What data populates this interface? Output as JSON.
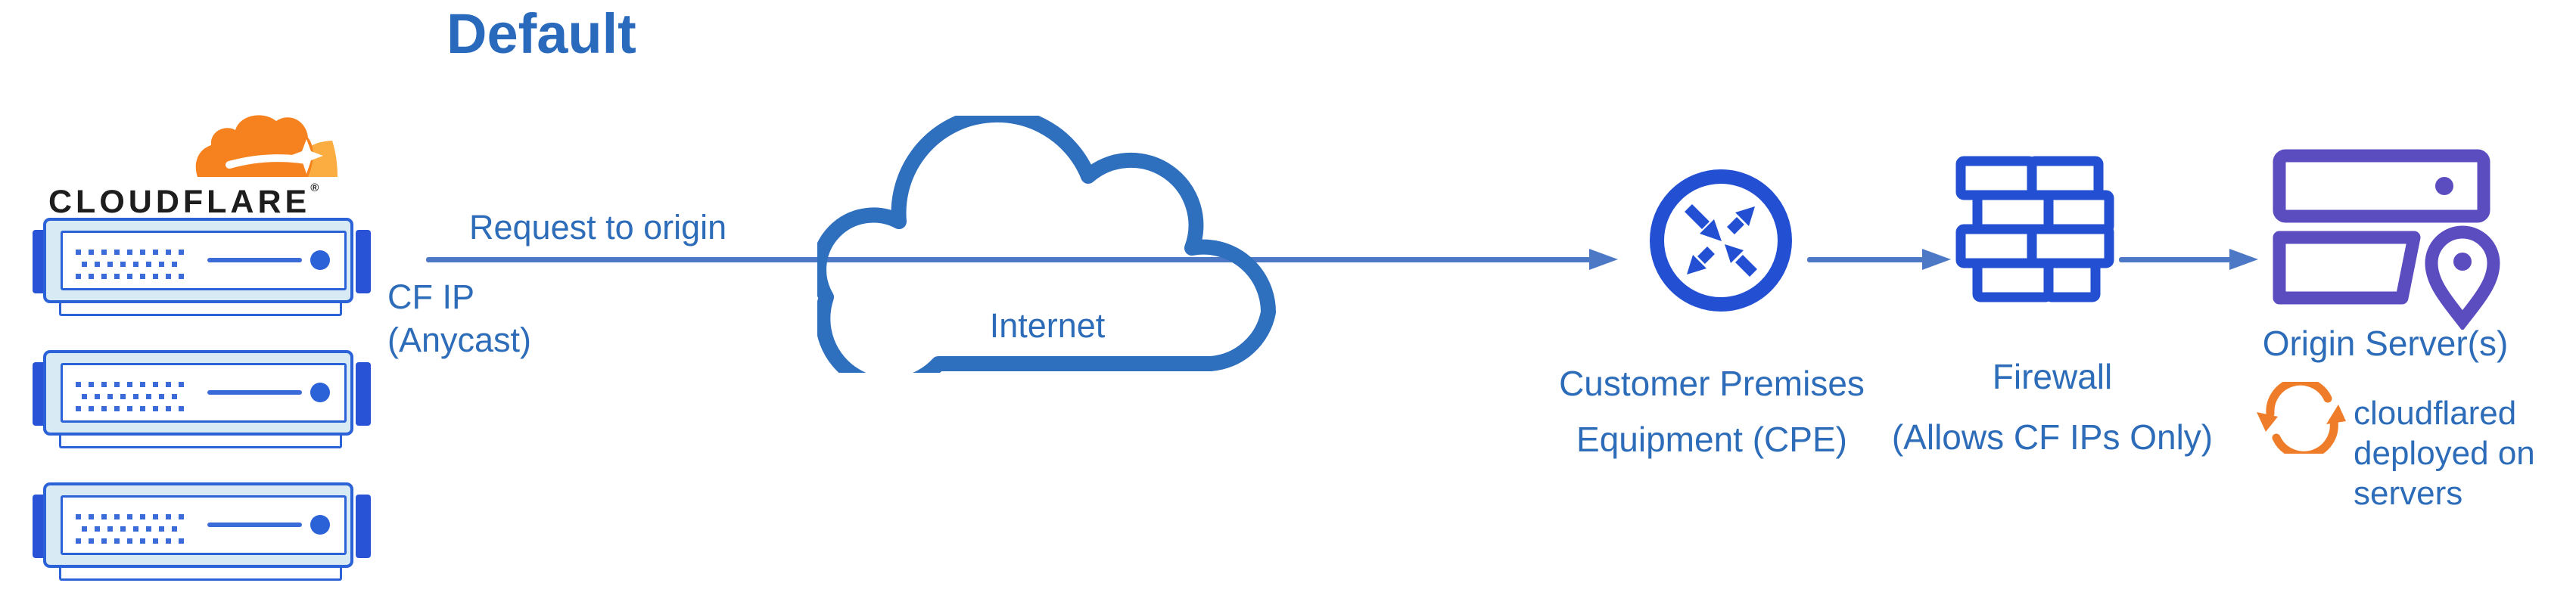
{
  "title": "Default",
  "brand": {
    "wordmark": "CLOUDFLARE",
    "registered": "®"
  },
  "labels": {
    "request": "Request to origin",
    "cf_ip": [
      "CF IP",
      "(Anycast)"
    ],
    "internet": "Internet",
    "cpe": [
      "Customer Premises",
      "Equipment (CPE)"
    ],
    "firewall": [
      "Firewall",
      "(Allows CF IPs Only)"
    ],
    "origin": "Origin Server(s)",
    "cloudflared": [
      "cloudflared",
      "deployed on",
      "servers"
    ]
  },
  "icons": {
    "cloudflare_logo": {
      "name": "cloudflare-logo",
      "colors": [
        "#f6821f",
        "#fbad41"
      ]
    },
    "edge_servers": {
      "name": "server-stack",
      "count": 3,
      "color": "#2b62d8"
    },
    "internet_cloud": {
      "name": "cloud-outline",
      "color": "#2e6fbe"
    },
    "cpe_router": {
      "name": "router-circle-arrows",
      "color": "#2350d2"
    },
    "firewall": {
      "name": "brick-wall",
      "color": "#2350d2"
    },
    "origin_server": {
      "name": "server-location-pin",
      "color": "#5b4cc0"
    },
    "cloudflared_sync": {
      "name": "sync-arrows",
      "color": "#ee7c28"
    }
  },
  "colors": {
    "label_text": "#2d6cb8",
    "title_text": "#2a6abc",
    "arrow": "#4d78c6",
    "wordmark": "#1d1d1d"
  },
  "flow": [
    "Cloudflare edge",
    "Internet",
    "Customer Premises Equipment (CPE)",
    "Firewall (Allows CF IPs Only)",
    "Origin Server(s)"
  ]
}
